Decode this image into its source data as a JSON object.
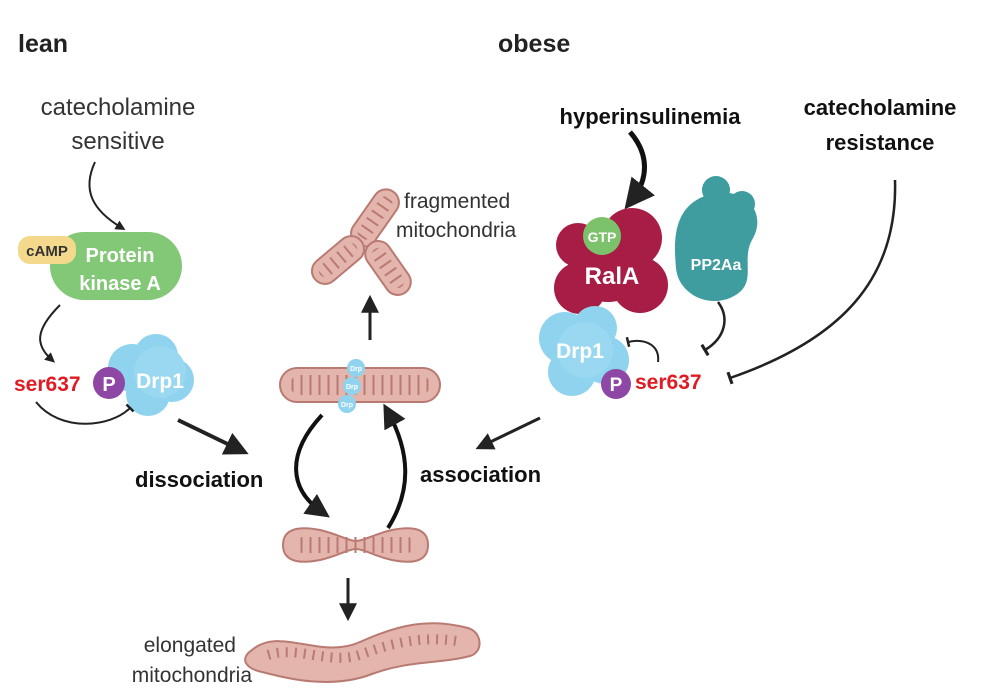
{
  "headers": {
    "lean": "lean",
    "obese": "obese"
  },
  "lean": {
    "catecholamine_line1": "catecholamine",
    "catecholamine_line2": "sensitive",
    "camp": "cAMP",
    "pka_line1": "Protein",
    "pka_line2": "kinase A",
    "ser637": "ser637",
    "phospho": "P",
    "drp1": "Drp1",
    "dissociation": "dissociation"
  },
  "obese": {
    "hyperinsulinemia": "hyperinsulinemia",
    "resistance_line1": "catecholamine",
    "resistance_line2": "resistance",
    "gtp": "GTP",
    "rala": "RalA",
    "pp2aa": "PP2Aa",
    "drp1": "Drp1",
    "phospho": "P",
    "ser637": "ser637",
    "association": "association"
  },
  "center": {
    "fragmented_line1": "fragmented",
    "fragmented_line2": "mitochondria",
    "elongated_line1": "elongated",
    "elongated_line2": "mitochondria",
    "drp_tag": "Drp"
  },
  "colors": {
    "protein_kinase_green": "#82c877",
    "camp_yellow": "#f4d98c",
    "drp1_blue": "#8fd3ef",
    "phospho_purple": "#8e47a4",
    "rala_crimson": "#a81d46",
    "gtp_green": "#7cc26a",
    "pp2aa_teal": "#3f9c9f",
    "mito_fill": "#e3b5ad",
    "mito_outline": "#b97a72",
    "ser637_red": "#e21b22"
  }
}
